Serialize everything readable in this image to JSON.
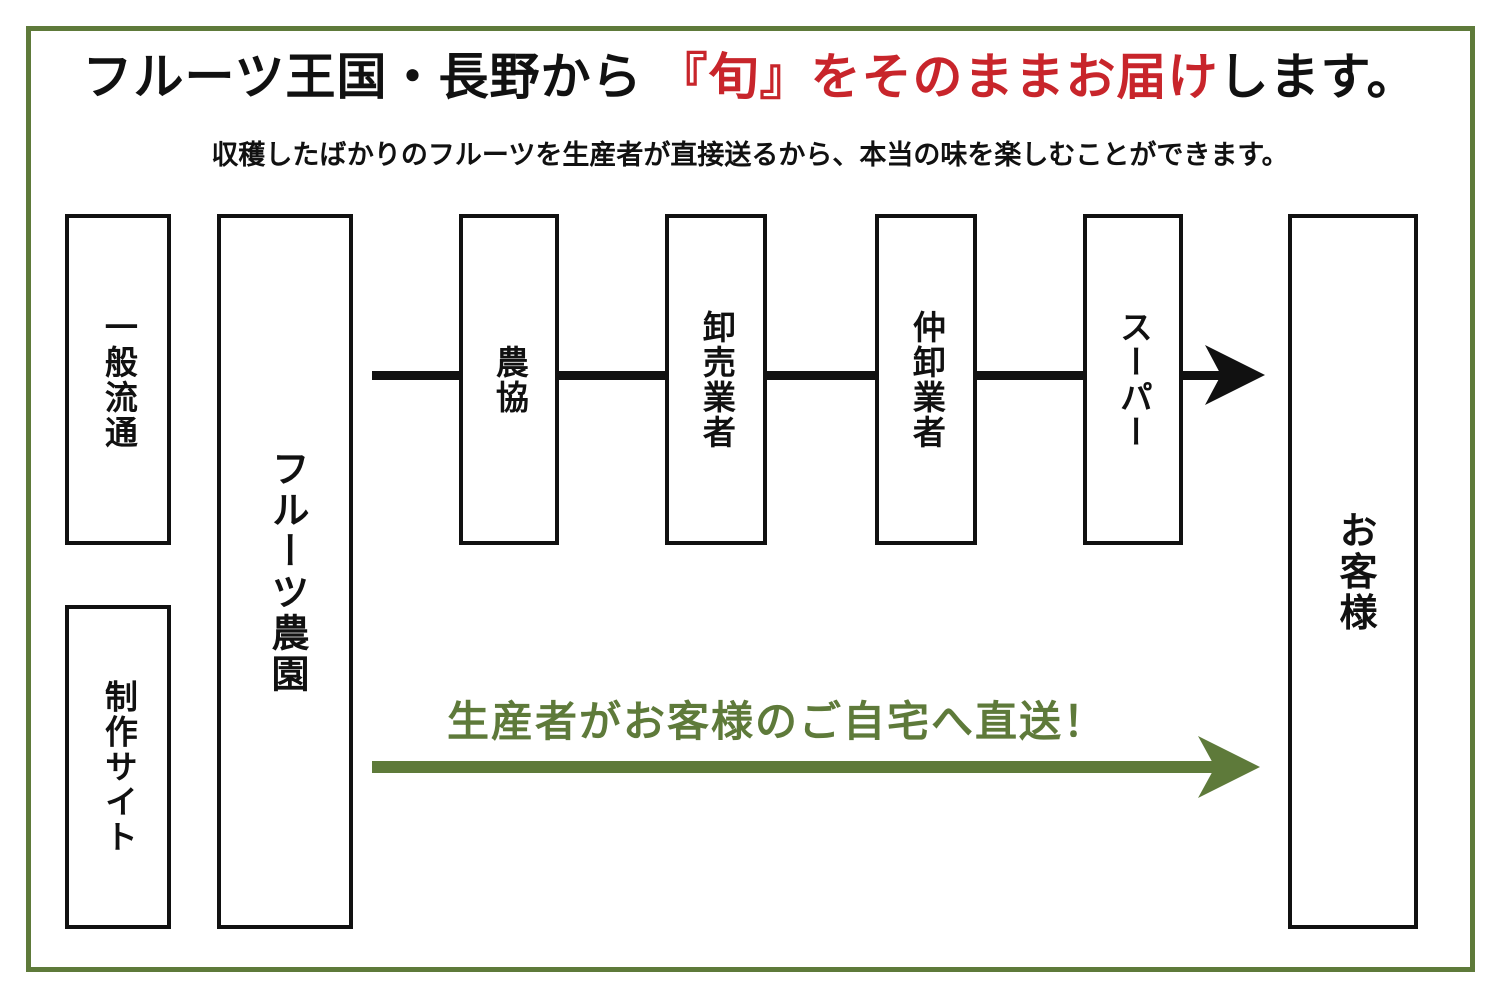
{
  "frame": {
    "border_color": "#5e7a3a"
  },
  "header": {
    "headline_part1": "フルーツ王国・長野から ",
    "headline_highlight": "『旬』をそのままお届け",
    "headline_part2": "します。",
    "highlight_color": "#c8252b",
    "subhead": "収穫したばかりのフルーツを生産者が直接送るから、本当の味を楽しむことができます。"
  },
  "legend_boxes": [
    {
      "label": "一般流通"
    },
    {
      "label": "制作サイト"
    }
  ],
  "flow": {
    "origin": {
      "label": "フルーツ農園"
    },
    "intermediaries": [
      {
        "label": "農協"
      },
      {
        "label": "卸売業者"
      },
      {
        "label": "仲卸業者"
      },
      {
        "label": "スーパー"
      }
    ],
    "destination": {
      "label": "お客様"
    }
  },
  "direct": {
    "caption": "生産者がお客様のご自宅へ直送！",
    "color": "#5e7a3a"
  }
}
